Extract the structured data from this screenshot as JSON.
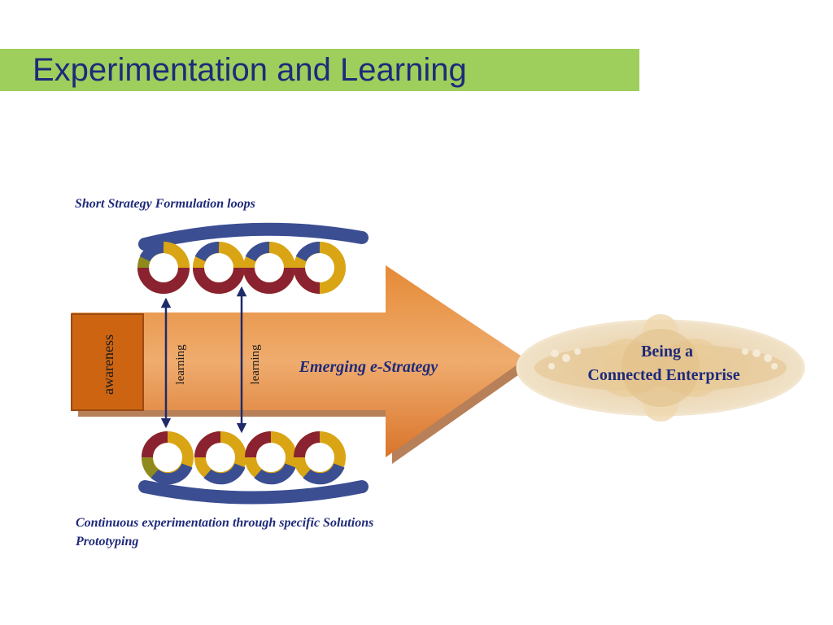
{
  "slide": {
    "title": "Experimentation and Learning"
  },
  "captions": {
    "top": "Short Strategy Formulation loops",
    "bottom_line1": "Continuous experimentation through specific Solutions",
    "bottom_line2": "Prototyping"
  },
  "diagram": {
    "awareness_label": "awareness",
    "learning_label_1": "learning",
    "learning_label_2": "learning",
    "arrow_label": "Emerging e-Strategy",
    "enterprise_line1": "Being a",
    "enterprise_line2": "Connected Enterprise",
    "colors": {
      "title_bar": "#9ecf5c",
      "title_text": "#1f2a7a",
      "arrow_fill": "#e08a3c",
      "awareness_box": "#cc6412",
      "ring_blue": "#3b4e92",
      "ring_red": "#8b2230",
      "ring_yellow": "#d9a514",
      "ring_olive": "#8e8a1e",
      "ellipse": "#ecdcc0"
    }
  }
}
